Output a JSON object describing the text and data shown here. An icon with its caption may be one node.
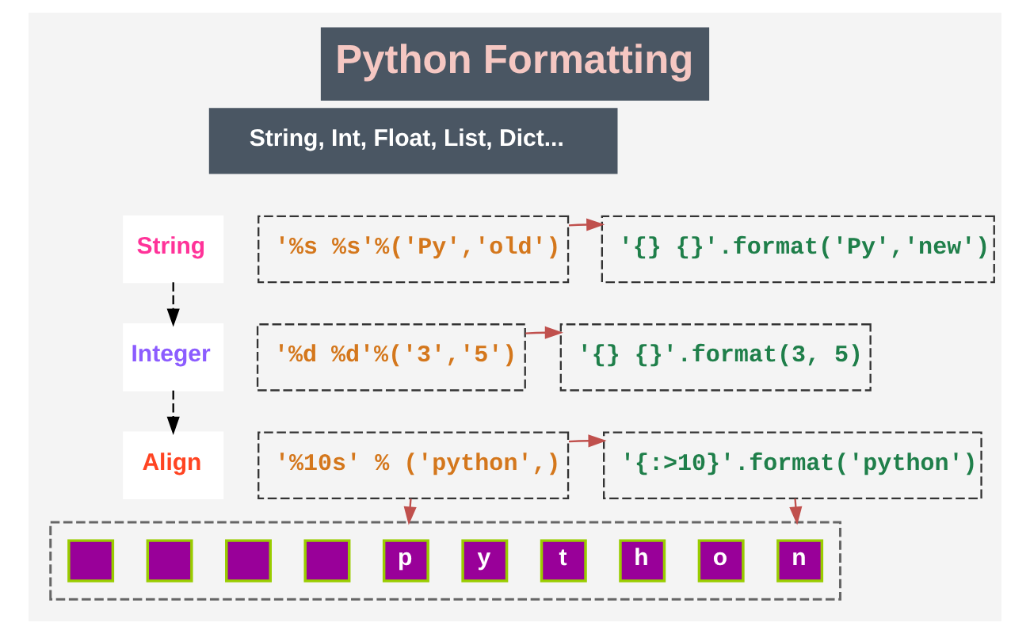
{
  "diagram": {
    "title": "Python Formatting",
    "nodes": [
      {
        "text": [
          "String"
        ]
      },
      {
        "text": [
          "Integer"
        ]
      },
      {
        "text": [
          "Align"
        ]
      },
      {
        "text": [
          "'%s %s'%('Py','old')"
        ]
      },
      {
        "text": [
          "'{} {}'.format('Py','new')"
        ]
      },
      {
        "text": [
          "'%d %d'%('3','5')"
        ]
      },
      {
        "text": [
          "'{} {}'.format(3, 5)"
        ]
      },
      {
        "text": [
          "'%10s' % ('python',)"
        ]
      },
      {
        "text": [
          "'{:>10}'.format('python')"
        ]
      },
      {
        "text": [],
        "shape": "box"
      },
      {
        "text": [],
        "shape": "box",
        "in": 9
      },
      {
        "text": [],
        "shape": "box",
        "in": 9
      },
      {
        "text": [],
        "shape": "box",
        "in": 9
      },
      {
        "text": [],
        "shape": "box",
        "in": 9
      },
      {
        "text": [
          "p"
        ],
        "in": 9
      },
      {
        "text": [
          "y"
        ],
        "in": 9
      },
      {
        "text": [
          "t"
        ],
        "in": 9
      },
      {
        "text": [
          "h"
        ],
        "in": 9
      },
      {
        "text": [
          "o"
        ],
        "in": 9
      },
      {
        "text": [
          "n"
        ],
        "in": 9
      }
    ],
    "edges": [
      {
        "from": 0,
        "to": 1,
        "arrow": "to",
        "style": "dashed",
        "color": "#000000"
      },
      {
        "from": 1,
        "to": 2,
        "arrow": "to",
        "style": "dashed",
        "color": "#000000"
      },
      {
        "from": 3,
        "to": 4,
        "arrow": "to"
      },
      {
        "from": 5,
        "to": 6,
        "arrow": "to"
      },
      {
        "from": 7,
        "to": 8,
        "arrow": "to"
      },
      {
        "from": 7,
        "to": 9,
        "arrow": "to",
        "style": "dashed"
      },
      {
        "from": 8,
        "to": 9,
        "arrow": "to",
        "style": "dashed"
      }
    ],
    "labels": [
      "String, Int, Float, List, Dict..."
    ]
  }
}
